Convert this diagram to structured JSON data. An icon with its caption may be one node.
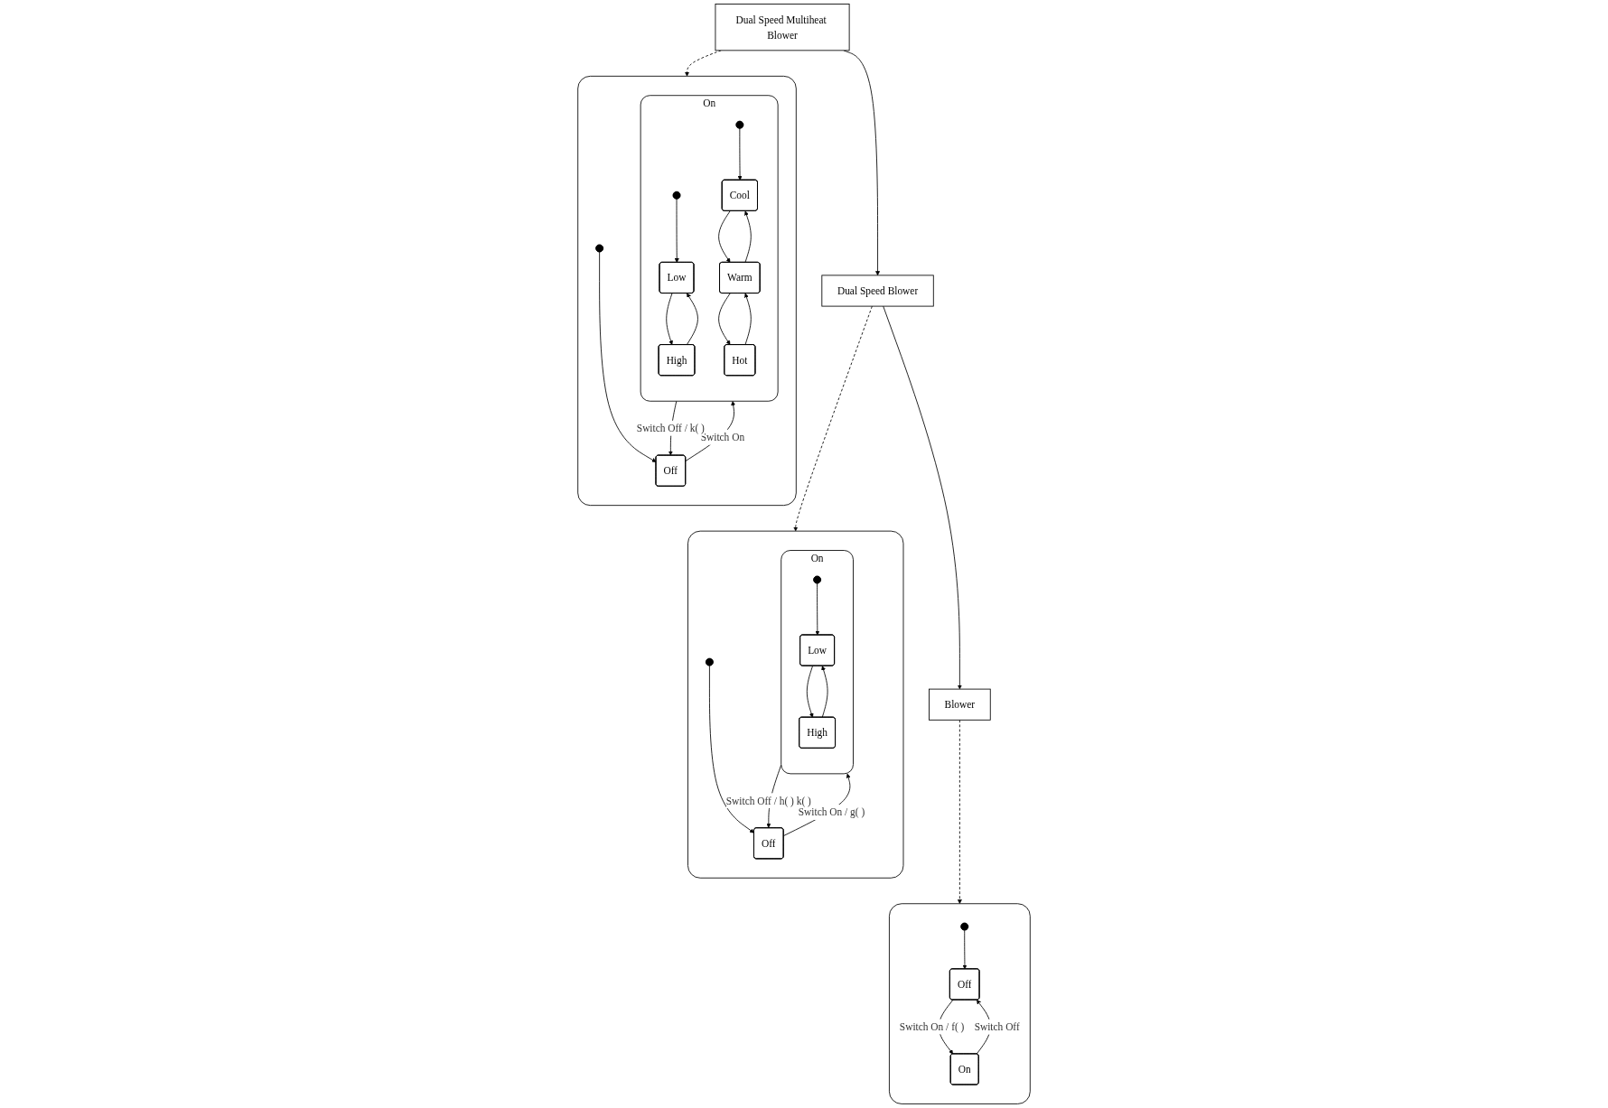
{
  "diagram": {
    "nodes": [
      {
        "text": [
          "Blower"
        ]
      },
      {
        "text": [
          "Dual Speed Blower"
        ]
      },
      {
        "text": [
          "Dual Speed Multiheat Blower"
        ]
      },
      {
        "text": [],
        "shape": "box"
      },
      {
        "text": [],
        "shape": "circle",
        "in": 3
      },
      {
        "text": [
          "Off"
        ],
        "in": 3
      },
      {
        "text": [
          "On"
        ],
        "in": 3
      },
      {
        "text": [],
        "shape": "box"
      },
      {
        "text": [],
        "shape": "circle",
        "in": 7
      },
      {
        "text": [
          "Off"
        ],
        "in": 7
      },
      {
        "text": [
          "On"
        ],
        "in": 7
      },
      {
        "text": [],
        "shape": "circle",
        "in": 10
      },
      {
        "text": [
          "Low"
        ],
        "in": 10
      },
      {
        "text": [
          "High"
        ],
        "in": 10
      },
      {
        "text": [],
        "shape": "box"
      },
      {
        "text": [],
        "shape": "circle",
        "in": 14
      },
      {
        "text": [
          "Off"
        ],
        "in": 14
      },
      {
        "text": [
          "On"
        ],
        "in": 14
      },
      {
        "text": [],
        "shape": "circle",
        "in": 17
      },
      {
        "text": [
          "Low"
        ],
        "in": 17
      },
      {
        "text": [
          "High"
        ],
        "in": 17
      },
      {
        "text": [],
        "shape": "circle",
        "in": 17
      },
      {
        "text": [
          "Cool"
        ],
        "in": 17
      },
      {
        "text": [
          "Warm"
        ],
        "in": 17
      },
      {
        "text": [
          "Hot"
        ],
        "in": 17
      }
    ],
    "edges": [
      {
        "from": 0,
        "to": 3,
        "arrow": "to",
        "style": "dashed"
      },
      {
        "from": 1,
        "to": 0,
        "arrow": "to"
      },
      {
        "from": 1,
        "to": 7,
        "arrow": "to",
        "style": "dashed"
      },
      {
        "from": 2,
        "to": 1,
        "arrow": "to"
      },
      {
        "from": 2,
        "to": 14,
        "arrow": "to",
        "style": "dashed"
      },
      {
        "from": 4,
        "to": 5,
        "arrow": "to"
      },
      {
        "from": 5,
        "to": 6,
        "arrow": "to",
        "label": "Switch On / f( )"
      },
      {
        "from": 6,
        "to": 5,
        "arrow": "to",
        "label": "Switch Off"
      },
      {
        "from": 8,
        "to": 9,
        "arrow": "to"
      },
      {
        "from": 9,
        "to": 10,
        "arrow": "to",
        "label": "Switch On / g( )"
      },
      {
        "from": 10,
        "to": 9,
        "arrow": "to",
        "label": "Switch Off / h( ) k( )"
      },
      {
        "from": 11,
        "to": 12,
        "arrow": "to"
      },
      {
        "from": 12,
        "to": 13,
        "arrow": "to"
      },
      {
        "from": 13,
        "to": 12,
        "arrow": "to"
      },
      {
        "from": 15,
        "to": 16,
        "arrow": "to"
      },
      {
        "from": 16,
        "to": 17,
        "arrow": "to",
        "label": "Switch On"
      },
      {
        "from": 17,
        "to": 16,
        "arrow": "to",
        "label": "Switch Off / k( )"
      },
      {
        "from": 18,
        "to": 19,
        "arrow": "to"
      },
      {
        "from": 19,
        "to": 20,
        "arrow": "to"
      },
      {
        "from": 20,
        "to": 19,
        "arrow": "to"
      },
      {
        "from": 21,
        "to": 22,
        "arrow": "to"
      },
      {
        "from": 22,
        "to": 23,
        "arrow": "to"
      },
      {
        "from": 23,
        "to": 22,
        "arrow": "to"
      },
      {
        "from": 23,
        "to": 24,
        "arrow": "to"
      },
      {
        "from": 24,
        "to": 23,
        "arrow": "to"
      }
    ]
  }
}
